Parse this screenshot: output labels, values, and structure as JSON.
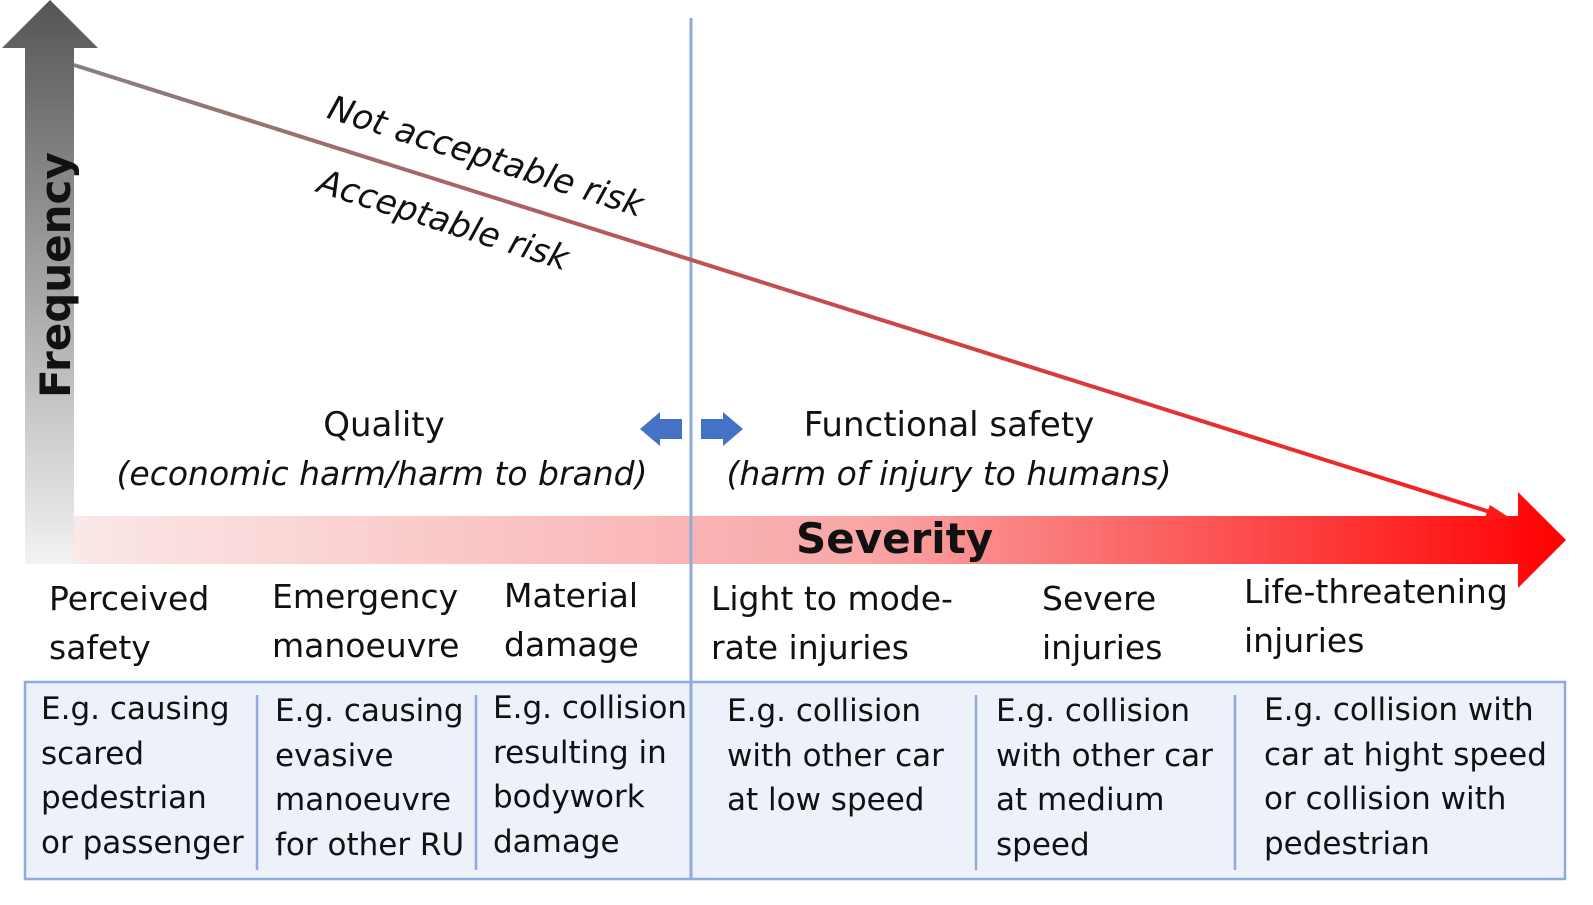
{
  "axes": {
    "frequency_label": "Frequency",
    "severity_label": "Severity"
  },
  "risk_line": {
    "above_label": "Not acceptable risk",
    "below_label": "Acceptable risk"
  },
  "domains": {
    "quality": {
      "title": "Quality",
      "subtitle": "(economic harm/harm to brand)"
    },
    "functional_safety": {
      "title": "Functional safety",
      "subtitle": "(harm of injury to humans)"
    }
  },
  "categories": [
    {
      "lines": [
        "Perceived",
        "safety"
      ]
    },
    {
      "lines": [
        "Emergency",
        "manoeuvre"
      ]
    },
    {
      "lines": [
        "Material",
        "damage"
      ]
    },
    {
      "lines": [
        "Light to mode-",
        "rate injuries"
      ]
    },
    {
      "lines": [
        "Severe",
        "injuries"
      ]
    },
    {
      "lines": [
        "Life-threatening",
        "injuries"
      ]
    }
  ],
  "examples": [
    {
      "lines": [
        "E.g. causing",
        "scared",
        "pedestrian",
        "or passenger"
      ]
    },
    {
      "lines": [
        "E.g. causing",
        "evasive",
        "manoeuvre",
        "for other RU"
      ]
    },
    {
      "lines": [
        "E.g. collision",
        "resulting in",
        "bodywork",
        "damage"
      ]
    },
    {
      "lines": [
        "E.g. collision",
        "with other car",
        "at low speed"
      ]
    },
    {
      "lines": [
        "E.g. collision",
        "with other car",
        "at medium",
        "speed"
      ]
    },
    {
      "lines": [
        "E.g. collision with",
        "car at hight speed",
        "or collision with",
        "pedestrian"
      ]
    }
  ],
  "colors": {
    "frequency_arrow_top": "#555555",
    "frequency_arrow_bottom": "#f2f2f2",
    "severity_arrow_start": "#fbecec",
    "severity_arrow_end": "#ff0000",
    "risk_line_start": "#8a7f80",
    "risk_line_end": "#ff1a1a",
    "divider_blue": "#8faadc",
    "double_arrow_blue": "#4472c4",
    "table_background": "#edf1f9"
  },
  "icons": [
    "left-arrow-icon",
    "right-arrow-icon"
  ]
}
